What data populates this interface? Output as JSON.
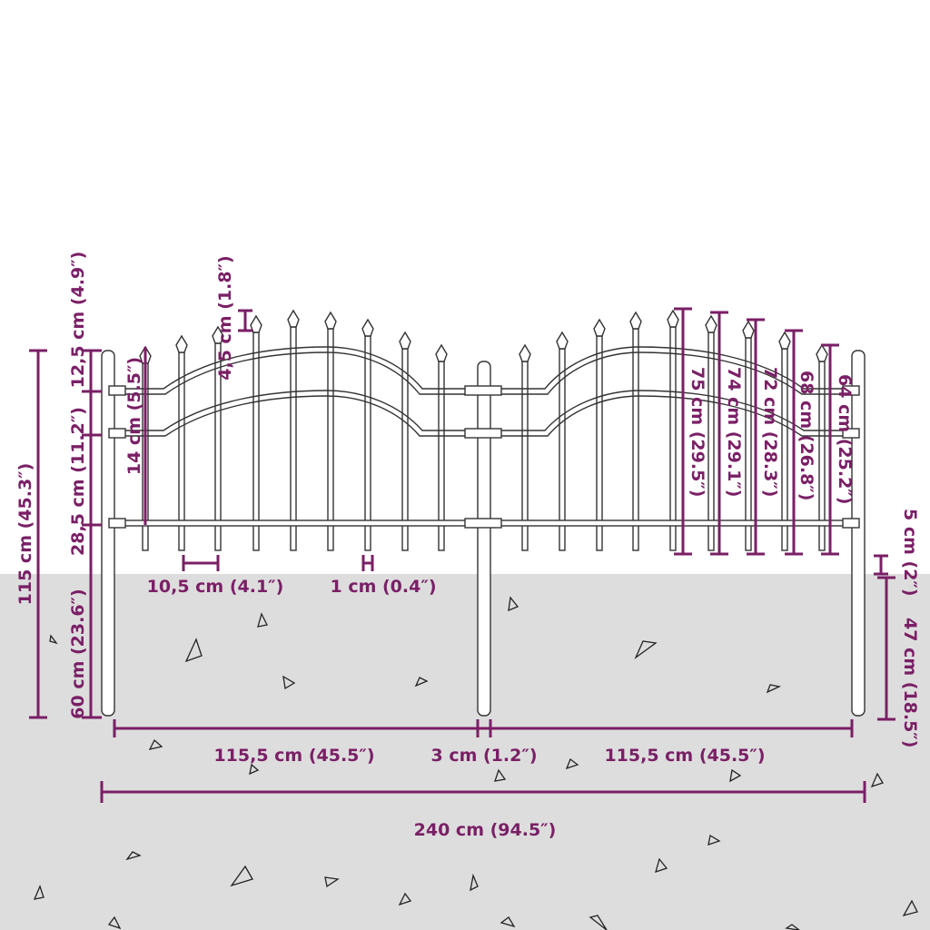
{
  "colors": {
    "dimension": "#7a1f66",
    "ground": "#dddddd",
    "fence_stroke": "#333333",
    "background": "#ffffff"
  },
  "labels": {
    "total_height": "115 cm (45.3″)",
    "above_ground_mid": "28,5 cm (11.2″)",
    "top_section": "12,5 cm (4.9″)",
    "below_ground": "60 cm (23.6″)",
    "rail_gap": "14 cm (5.5″)",
    "finial_height": "4,5 cm (1.8″)",
    "picket_spacing": "10,5 cm (4.1″)",
    "picket_width": "1 cm (0.4″)",
    "panel_width_left": "115,5 cm (45.5″)",
    "post_width": "3 cm (1.2″)",
    "panel_width_right": "115,5 cm (45.5″)",
    "total_width": "240 cm (94.5″)",
    "post_diameter": "5 cm (2″)",
    "post_underground": "47 cm (18.5″)",
    "picket_75": "75 cm (29.5″)",
    "picket_74": "74 cm (29.1″)",
    "picket_72": "72 cm (28.3″)",
    "picket_68": "68 cm (26.8″)",
    "picket_64": "64 cm (25.2″)"
  }
}
